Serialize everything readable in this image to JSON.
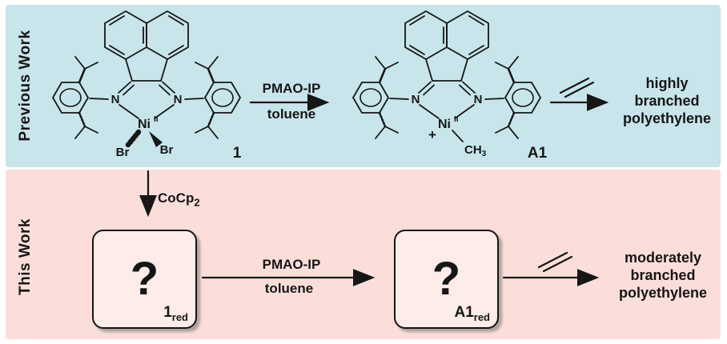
{
  "colors": {
    "top_panel_bg": "#c7e5eb",
    "bottom_panel_bg": "#fbded9",
    "box_bg": "#fdece8",
    "ink": "#161616"
  },
  "previous_work": {
    "section_label": "Previous Work",
    "complex_1": {
      "label": "1",
      "atoms": {
        "n_left": "N",
        "n_right": "N",
        "metal": "Ni",
        "oxidation": "II",
        "br_left": "Br",
        "br_right": "Br"
      }
    },
    "reaction_1": {
      "reagent": "PMAO-IP",
      "solvent": "toluene"
    },
    "complex_a1": {
      "label": "A1",
      "atoms": {
        "n_left": "N",
        "n_right": "N",
        "metal": "Ni",
        "oxidation": "II",
        "charge": "+",
        "methyl": "CH",
        "methyl_sub": "3"
      }
    },
    "reaction_2": {
      "product_lines": [
        "highly",
        "branched",
        "polyethylene"
      ]
    }
  },
  "this_work": {
    "section_label": "This Work",
    "reduction": {
      "reagent": "CoCp",
      "reagent_sub": "2"
    },
    "box_1": {
      "symbol": "?",
      "label": "1",
      "label_sub": "red"
    },
    "reaction_1": {
      "reagent": "PMAO-IP",
      "solvent": "toluene"
    },
    "box_2": {
      "symbol": "?",
      "label": "A1",
      "label_sub": "red"
    },
    "reaction_2": {
      "product_lines": [
        "moderately",
        "branched",
        "polyethylene"
      ]
    }
  }
}
